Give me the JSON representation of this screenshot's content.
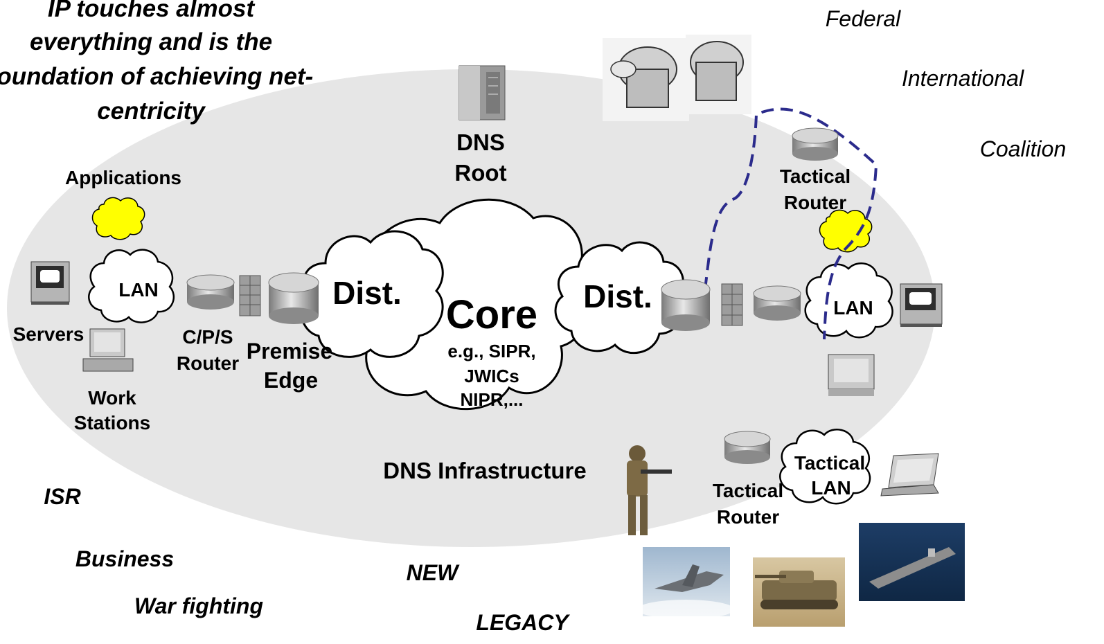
{
  "headline": {
    "line1": "IP touches almost",
    "line2": "everything and is the",
    "line3": "foundation of achieving net-",
    "line4": "centricity"
  },
  "communities": {
    "federal": "Federal",
    "international": "International",
    "coalition": "Coalition"
  },
  "mission_areas": {
    "isr": "ISR",
    "business": "Business",
    "war_fighting": "War fighting",
    "new": "NEW",
    "legacy": "LEGACY"
  },
  "nodes": {
    "applications": "Applications",
    "lan_left": "LAN",
    "servers": "Servers",
    "work_stations_1": "Work",
    "work_stations_2": "Stations",
    "cps_router_1": "C/P/S",
    "cps_router_2": "Router",
    "premise_edge_1": "Premise",
    "premise_edge_2": "Edge",
    "dist_left": "Dist.",
    "core": "Core",
    "core_examples_1": "e.g., SIPR,",
    "core_examples_2": "JWICs",
    "core_examples_3": "NIPR,...",
    "dist_right": "Dist.",
    "dns_root_1": "DNS",
    "dns_root_2": "Root",
    "dns_infrastructure": "DNS Infrastructure",
    "tactical_router_top_1": "Tactical",
    "tactical_router_top_2": "Router",
    "lan_right": "LAN",
    "tactical_lan_1": "Tactical",
    "tactical_lan_2": "LAN",
    "tactical_router_bottom_1": "Tactical",
    "tactical_router_bottom_2": "Router"
  },
  "colors": {
    "ellipse_fill": "#e6e6e6",
    "cloud_fill": "#ffffff",
    "applications_cloud": "#ffff00",
    "dashed_link": "#2b2b8c",
    "router_gray": "#a9a9a9"
  },
  "icons": [
    "server-icon",
    "workstation-icon",
    "router-icon",
    "firewall-icon",
    "dns-server-icon",
    "satellite-icon",
    "laptop-icon",
    "soldier-icon",
    "fighter-jet-icon",
    "tank-icon",
    "aircraft-carrier-icon"
  ]
}
